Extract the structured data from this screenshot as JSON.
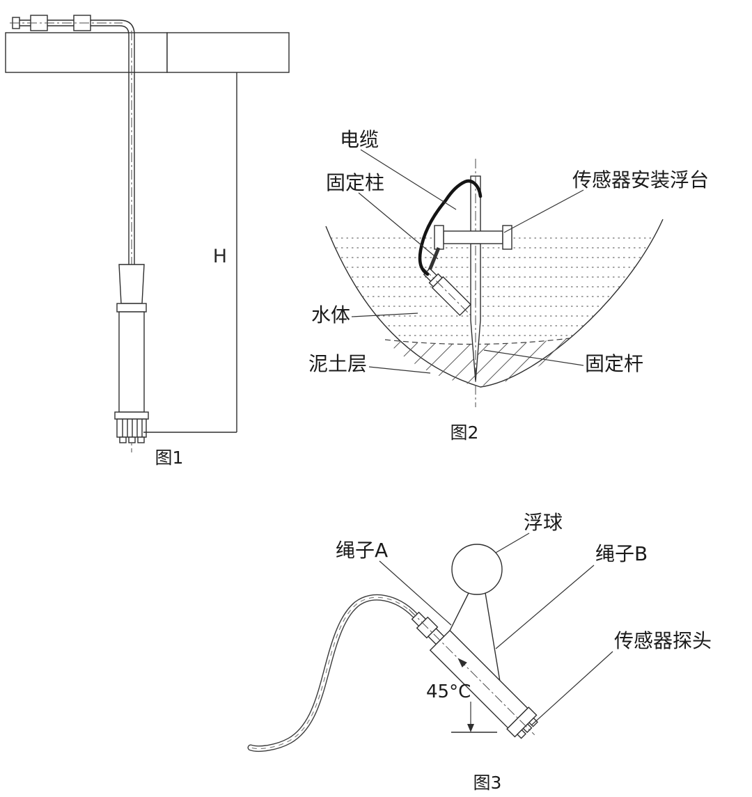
{
  "colors": {
    "ink": "#2e2e2e",
    "background": "#ffffff"
  },
  "fig1": {
    "caption": "图1",
    "dim_label": "H"
  },
  "fig2": {
    "caption": "图2",
    "label_cable": "电缆",
    "label_fixing_post": "固定柱",
    "label_float_platform": "传感器安装浮台",
    "label_water": "水体",
    "label_mud": "泥土层",
    "label_fixing_rod": "固定杆"
  },
  "fig3": {
    "caption": "图3",
    "label_float_ball": "浮球",
    "label_rope_a": "绳子A",
    "label_rope_b": "绳子B",
    "label_probe": "传感器探头",
    "label_angle": "45°C"
  }
}
